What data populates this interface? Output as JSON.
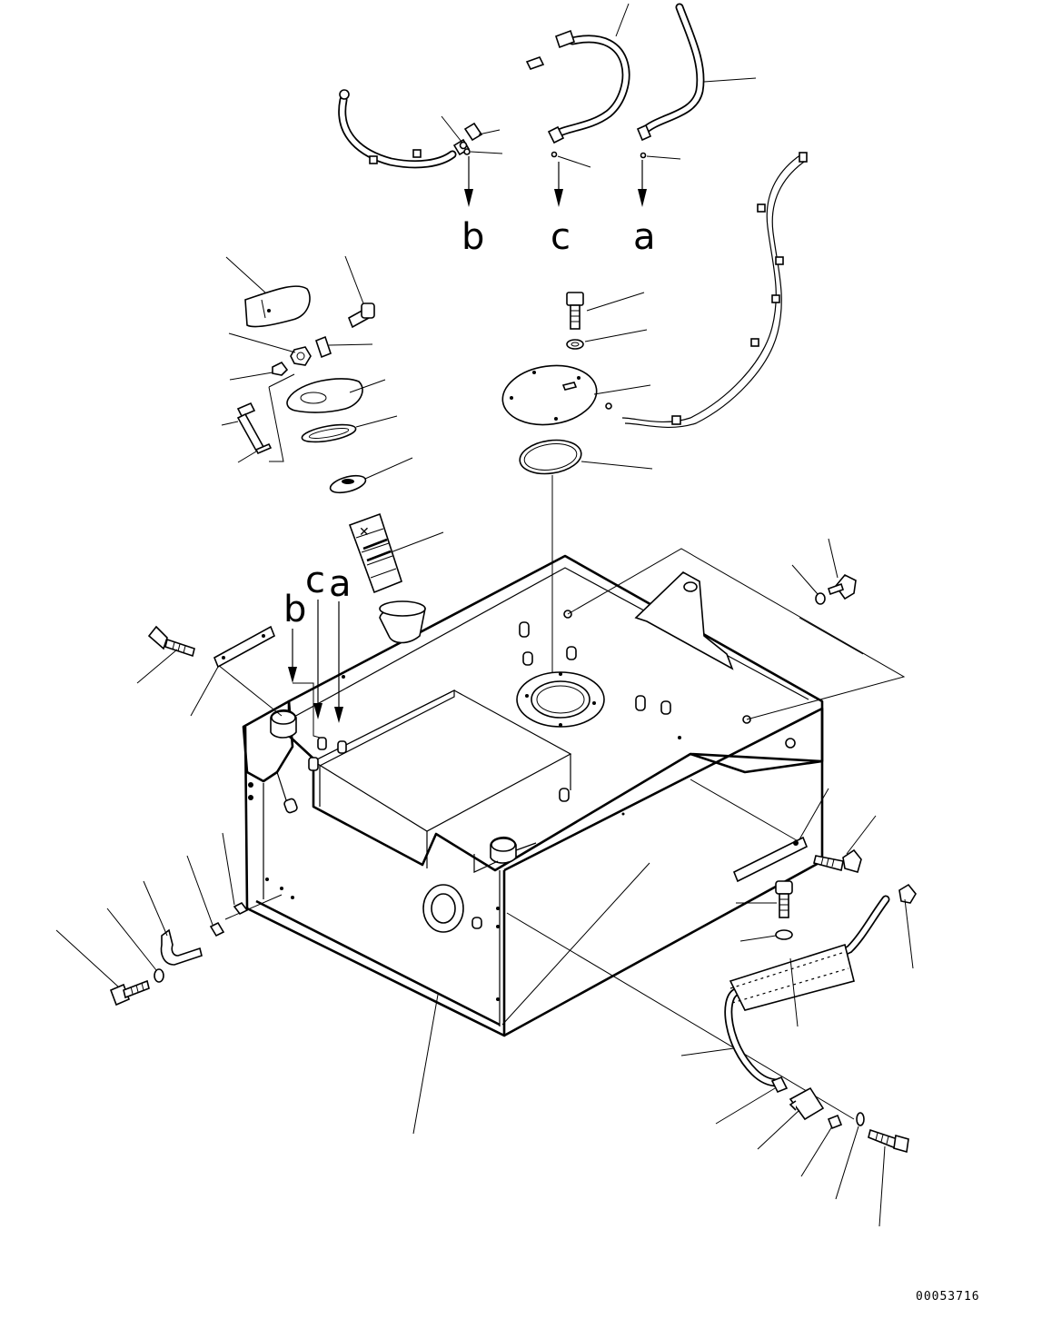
{
  "callouts": {
    "top": {
      "b": "b",
      "c": "c",
      "a": "a"
    },
    "tank": {
      "b": "b",
      "c": "c",
      "a": "a"
    }
  },
  "document_number": "00053716"
}
